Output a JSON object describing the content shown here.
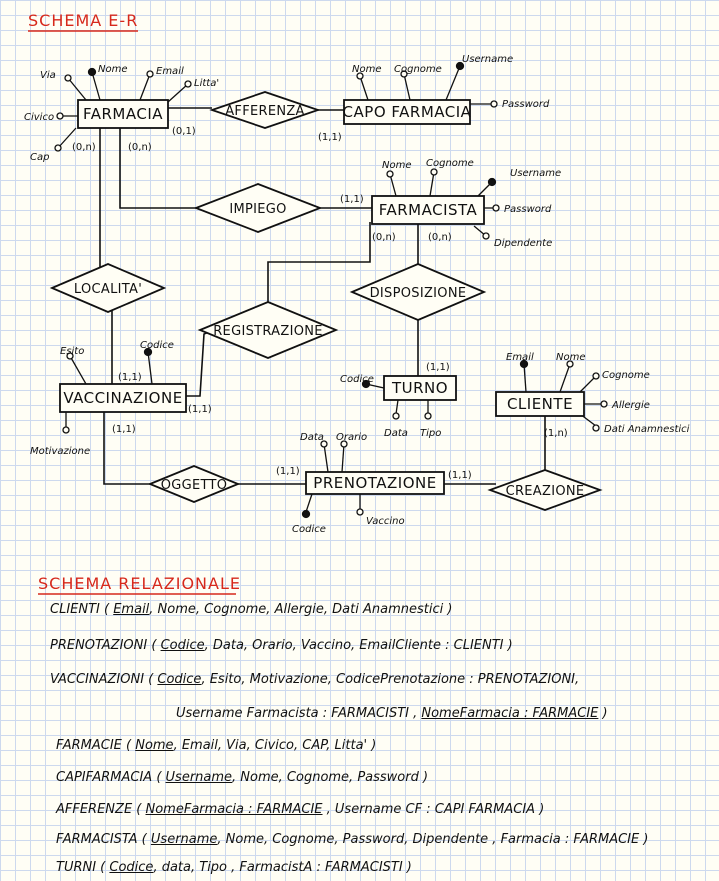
{
  "titles": {
    "er": "SCHEMA  E-R",
    "rel": "SCHEMA  RELAZIONALE"
  },
  "entities": {
    "farmacia": "FARMACIA",
    "capo": "CAPO FARMACIA",
    "farmacista": "FARMACISTA",
    "vaccinazione": "VACCINAZIONE",
    "turno": "TURNO",
    "cliente": "CLIENTE",
    "prenotazione": "PRENOTAZIONE"
  },
  "relations": {
    "afferenza": "AFFERENZA",
    "impiego": "IMPIEGO",
    "localita": "LOCALITA'",
    "disposizione": "DISPOSIZIONE",
    "registrazione": "REGISTRAZIONE",
    "oggetto": "OGGETTO",
    "creazione": "CREAZIONE"
  },
  "attributes": {
    "farmacia": [
      "Via",
      "Nome",
      "Email",
      "Litta'",
      "Civico",
      "Cap"
    ],
    "capo": [
      "Nome",
      "Cognome",
      "Username",
      "Password"
    ],
    "farmacista": [
      "Nome",
      "Cognome",
      "Username",
      "Password",
      "Dipendente"
    ],
    "vaccinazione": [
      "Esito",
      "Codice",
      "Motivazione"
    ],
    "turno": [
      "Codice",
      "Data",
      "Tipo"
    ],
    "cliente": [
      "Email",
      "Nome",
      "Cognome",
      "Allergie",
      "Dati Anamnestici"
    ],
    "prenotazione": [
      "Data",
      "Orario",
      "Codice",
      "Vaccino"
    ]
  },
  "cardinalities": {
    "farmacia_left": "(0,n)",
    "farmacia_mid": "(0,n)",
    "farmacia_aff": "(0,1)",
    "capo_aff": "(1,1)",
    "farmacista_imp": "(1,1)",
    "farmacista_a": "(0,n)",
    "farmacista_b": "(0,n)",
    "vacc_top": "(1,1)",
    "vacc_right": "(1,1)",
    "vacc_bottom": "(1,1)",
    "turno": "(1,1)",
    "cliente": "(1,n)",
    "pren_left": "(1,1)",
    "pren_right": "(1,1)"
  },
  "schema": [
    {
      "pre": "CLIENTI ( ",
      "key": "Email",
      "post": ", Nome, Cognome, Allergie, Dati Anamnestici )"
    },
    {
      "pre": "PRENOTAZIONI ( ",
      "key": "Codice",
      "post": ", Data, Orario, Vaccino,   EmailCliente : CLIENTI )"
    },
    {
      "pre": "VACCINAZIONI ( ",
      "key": "Codice",
      "post": ", Esito, Motivazione, CodicePrenotazione : PRENOTAZIONI,"
    },
    {
      "pre": "Username Farmacista : FARMACISTI , ",
      "key": "NomeFarmacia : FARMACIE",
      "post": " )"
    },
    {
      "pre": "FARMACIE ( ",
      "key": "Nome",
      "post": ", Email, Via, Civico, CAP, Litta' )"
    },
    {
      "pre": "CAPIFARMACIA ( ",
      "key": "Username",
      "post": ", Nome, Cognome, Password )"
    },
    {
      "pre": "AFFERENZE ( ",
      "key": "NomeFarmacia : FARMACIE",
      "post": " , Username CF : CAPI FARMACIA )"
    },
    {
      "pre": "FARMACISTA ( ",
      "key": "Username",
      "post": ", Nome, Cognome, Password, Dipendente , Farmacia : FARMACIE )"
    },
    {
      "pre": "TURNI ( ",
      "key": "Codice",
      "post": ", data, Tipo , FarmacistA : FARMACISTI )"
    }
  ]
}
